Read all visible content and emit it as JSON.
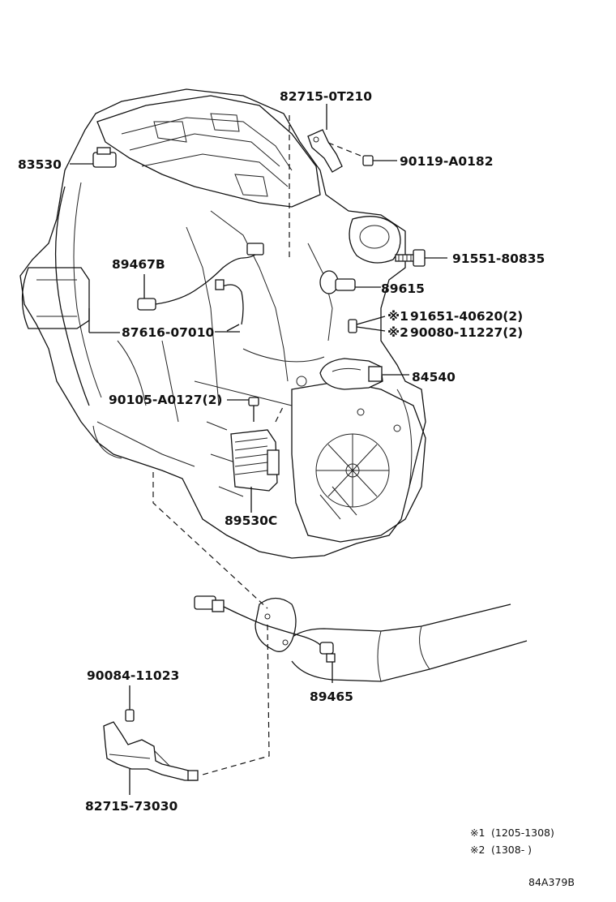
{
  "parts": [
    {
      "id": "p1",
      "number": "82715-0T210"
    },
    {
      "id": "p2",
      "number": "90119-A0182"
    },
    {
      "id": "p3",
      "number": "83530"
    },
    {
      "id": "p4",
      "number": "91551-80835"
    },
    {
      "id": "p5",
      "number": "89467B"
    },
    {
      "id": "p6",
      "number": "89615"
    },
    {
      "id": "p7",
      "number": "91651-40620(2)"
    },
    {
      "id": "p8",
      "number": "90080-11227(2)"
    },
    {
      "id": "p9",
      "number": "87616-07010"
    },
    {
      "id": "p10",
      "number": "84540"
    },
    {
      "id": "p11",
      "number": "90105-A0127(2)"
    },
    {
      "id": "p12",
      "number": "89530C"
    },
    {
      "id": "p13",
      "number": "90084-11023"
    },
    {
      "id": "p14",
      "number": "89465"
    },
    {
      "id": "p15",
      "number": "82715-73030"
    }
  ],
  "markers": {
    "m1": "※1",
    "m2": "※2"
  },
  "notes": [
    {
      "marker": "※1",
      "text": "(1205-1308)"
    },
    {
      "marker": "※2",
      "text": "(1308-      )"
    }
  ],
  "diagram_code": "84A379B"
}
